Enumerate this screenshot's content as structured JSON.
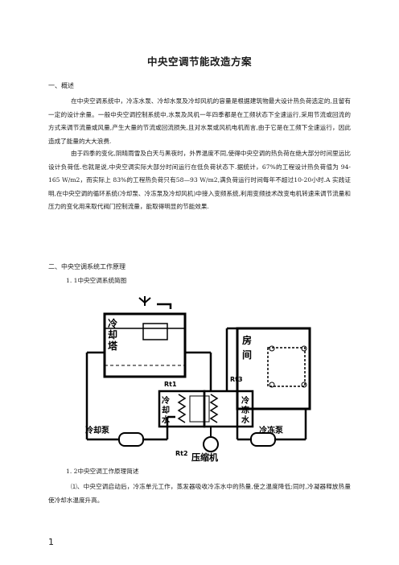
{
  "doc": {
    "title": "中央空调节能改造方案",
    "section1_heading": "一、概述",
    "para1": "在中央空调系统中，冷冻水泵、冷却水泵及冷却风机的容量是根据建筑物最大设计热负荷选定的,且留有一定的设计余量。一般中央空调控制系统中,水泵及风机一年四季都是在工频状态下全速运行,采用节流或回流的方式来调节流量或风量,产生大量的节流或回流损失,且对水泵或风机电机而言,由于它是在工频下全速运行，因此造成了能量的大大浪费.",
    "para2": "由于四季的变化,阴晴雨雪及白天与黑夜时，外界温度不同,使得中央空调的热负荷在绝大部分时间里远比设计负荷低.也就是说,中央空调实际大部分时间运行在低负荷状态下.据统计，67%的工程设计热负荷值为 94-165 W/m2，而实际上 83%的工程热负荷只有58—93 W/m2,满负荷运行时间每年不超过10-20小时.A 实践证明,在中央空调的循环系统(冷却泵、冷冻泵及冷却风机)中接入变频系统,利用变频技术改变电机转速来调节流量和压力的变化用来取代阀门控制流量，能取得明显的节能效果.",
    "section2_heading": "二、中央空调系统工作原理",
    "sub1": "1. 1中央空调系统简图",
    "sub2": "1. 2中央空调工作原理简述",
    "para3": "⑴、中央空调启动后，冷冻单元工作，蒸发器吸收冷冻水中的热量,使之温度降低;同时,冷凝器释放热量使冷却水温度升高。",
    "page_number": "1"
  },
  "diagram": {
    "tower_label_1": "冷",
    "tower_label_2": "却",
    "tower_label_3": "塔",
    "room_label_1": "房",
    "room_label_2": "间",
    "rt1": "Rt1",
    "rt2": "Rt2",
    "rt3": "Rt3",
    "cooling_water_1": "冷",
    "cooling_water_2": "却",
    "cooling_water_3": "水",
    "chilled_water_1": "冷",
    "chilled_water_2": "冻",
    "chilled_water_3": "水",
    "cooling_pump": "冷却泵",
    "chilled_pump": "冷冻泵",
    "compressor": "压缩机"
  }
}
